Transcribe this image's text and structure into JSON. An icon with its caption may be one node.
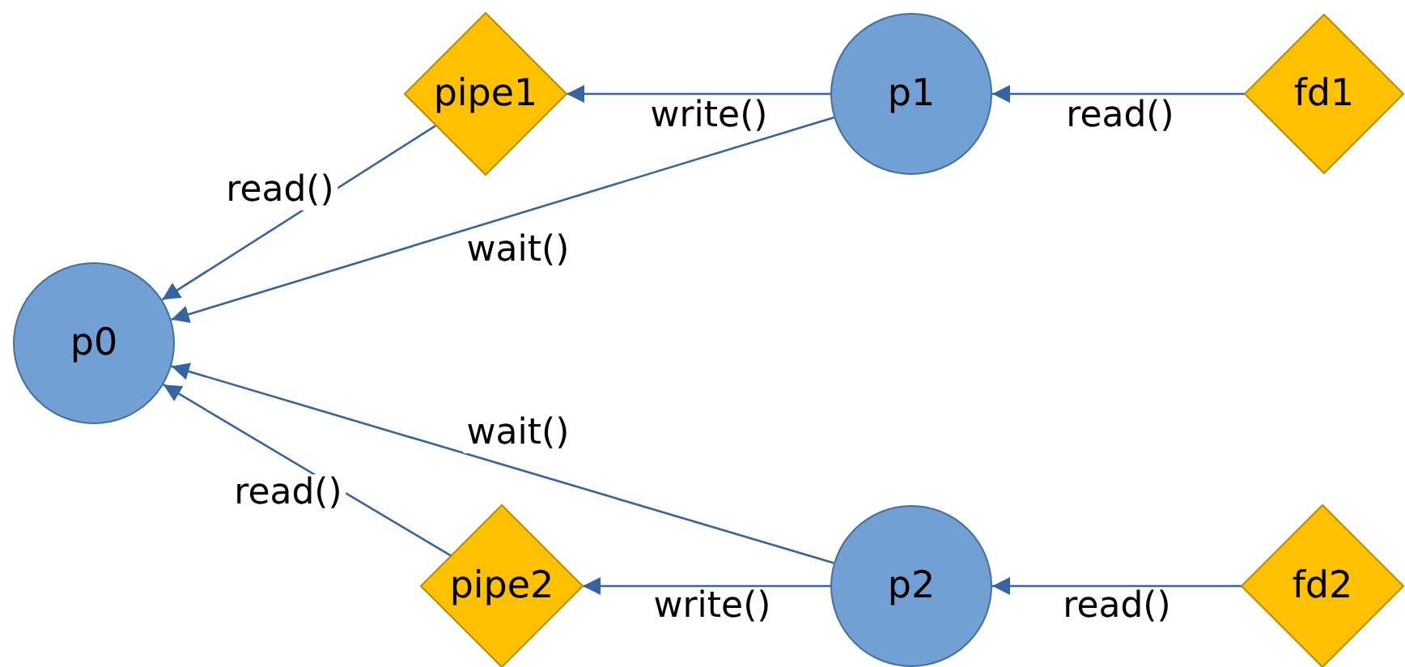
{
  "diagram": {
    "nodes": [
      {
        "text": [
          "p0"
        ]
      },
      {
        "text": [
          "pipe1"
        ]
      },
      {
        "text": [
          "p1"
        ]
      },
      {
        "text": [
          "fd1"
        ]
      },
      {
        "text": [
          "pipe2"
        ]
      },
      {
        "text": [
          "p2"
        ]
      },
      {
        "text": [
          "fd2"
        ]
      }
    ],
    "edges": [
      {
        "from": 3,
        "to": 2,
        "arrow": "to",
        "label": "read()"
      },
      {
        "from": 2,
        "to": 1,
        "arrow": "to",
        "label": "write()"
      },
      {
        "from": 1,
        "to": 0,
        "arrow": "to",
        "label": "read()"
      },
      {
        "from": 2,
        "to": 0,
        "arrow": "to",
        "label": "wait()"
      },
      {
        "from": 5,
        "to": 0,
        "arrow": "to",
        "label": "wait()"
      },
      {
        "from": 4,
        "to": 0,
        "arrow": "to",
        "label": "read()"
      },
      {
        "from": 5,
        "to": 4,
        "arrow": "to",
        "label": "write()"
      },
      {
        "from": 6,
        "to": 5,
        "arrow": "to",
        "label": "read()"
      }
    ]
  }
}
